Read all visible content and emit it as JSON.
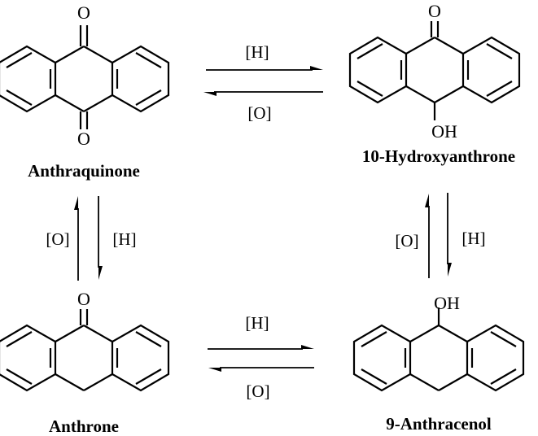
{
  "compounds": {
    "anthraquinone": {
      "name": "Anthraquinone",
      "top_atom": "O",
      "bottom_atom": "O"
    },
    "hydroxyanthrone": {
      "name": "10-Hydroxyanthrone",
      "top_atom": "O",
      "bottom_atom": "OH"
    },
    "anthrone": {
      "name": "Anthrone",
      "top_atom": "O"
    },
    "anthracenol": {
      "name": "9-Anthracenol",
      "top_atom": "OH"
    }
  },
  "reactions": {
    "top_forward": "[H]",
    "top_reverse": "[O]",
    "left_up": "[O]",
    "left_down": "[H]",
    "right_up": "[O]",
    "right_down": "[H]",
    "bottom_forward": "[H]",
    "bottom_reverse": "[O]"
  }
}
